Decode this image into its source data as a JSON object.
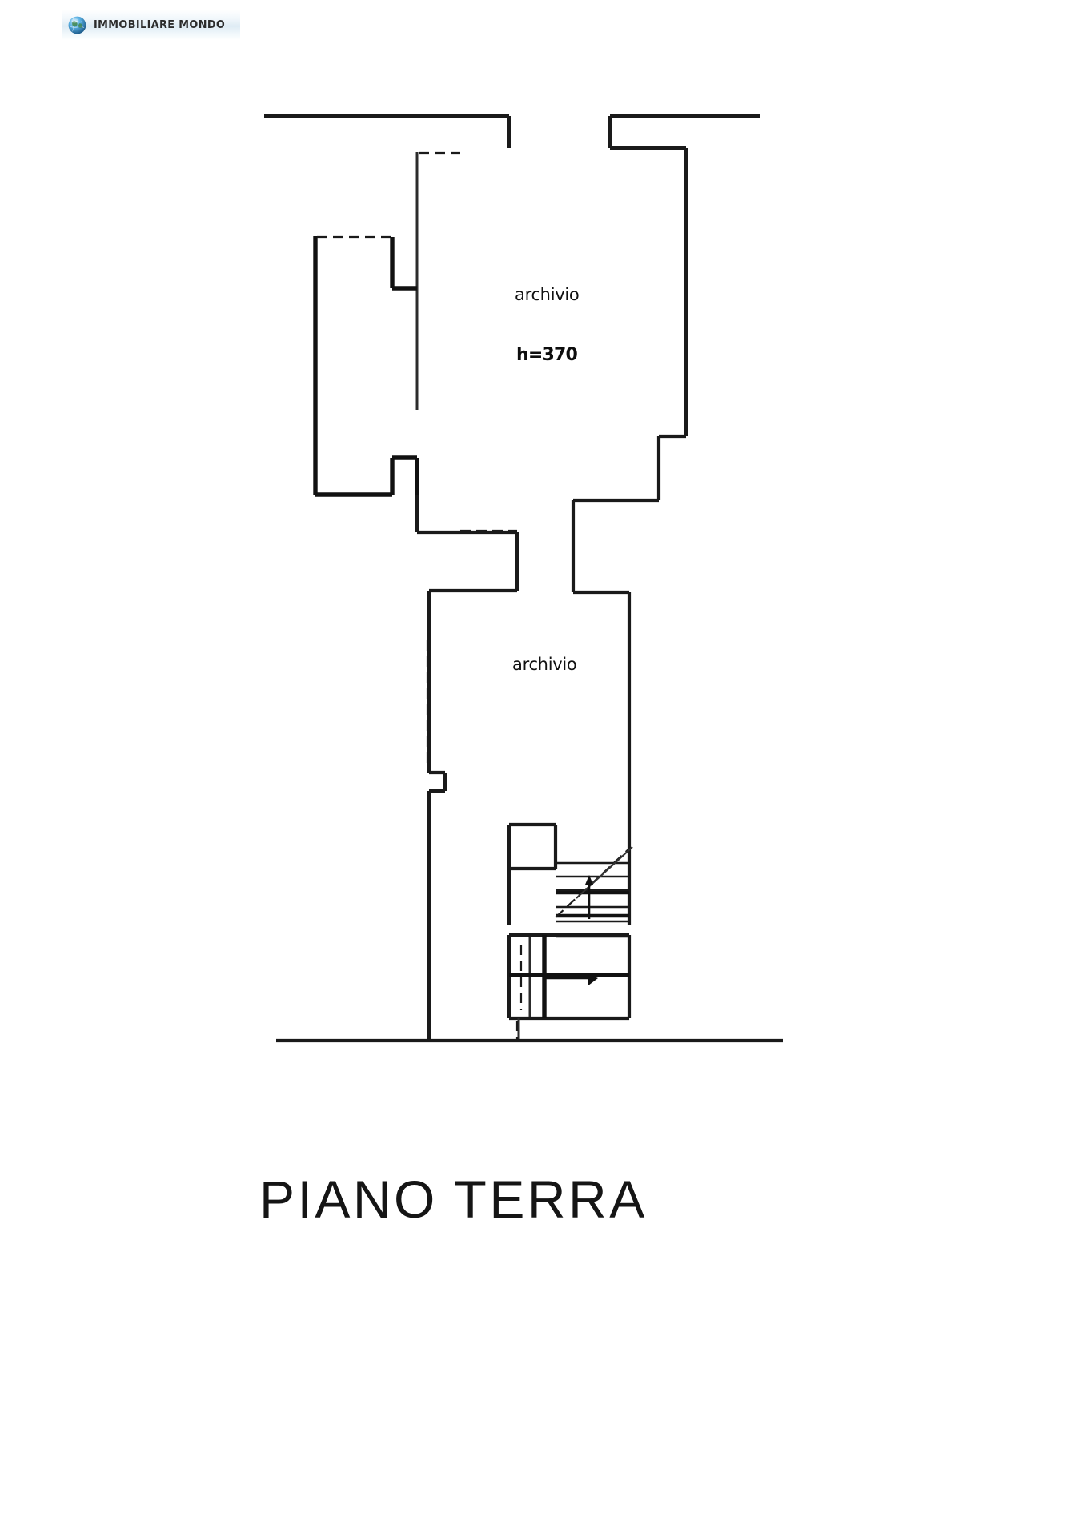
{
  "watermark": {
    "brand": "IMMOBILIARE MONDO",
    "icon": "globe-icon"
  },
  "plan": {
    "title": "PIANO TERRA",
    "labels": {
      "room_upper": "archivio",
      "room_upper_height": "h=370",
      "room_lower": "archivio"
    },
    "annotations": {
      "stair_up_arrow": "up-arrow",
      "stair_direction_arrow": "direction-arrow",
      "break_line": "section-break-line"
    },
    "colors": {
      "wall": "#1a1a1a",
      "background": "#ffffff",
      "text": "#111111"
    }
  }
}
